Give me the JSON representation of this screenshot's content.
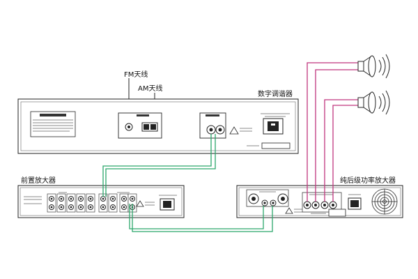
{
  "labels": {
    "fm_antenna": "FM天线",
    "am_antenna": "AM天线",
    "digital_tuner": "数字调谐器",
    "preamplifier": "前置放大器",
    "power_amplifier": "纯后级功率放大器"
  },
  "colors": {
    "audio_cable": "#2aa66a",
    "speaker_cable": "#c0357e",
    "device_outline": "#222222",
    "panel_fill": "#ffffff"
  },
  "icons": {
    "speaker": "speaker-icon",
    "fan": "fan-grille-icon",
    "warning": "warning-triangle-icon",
    "power_socket": "ac-power-socket-icon"
  }
}
